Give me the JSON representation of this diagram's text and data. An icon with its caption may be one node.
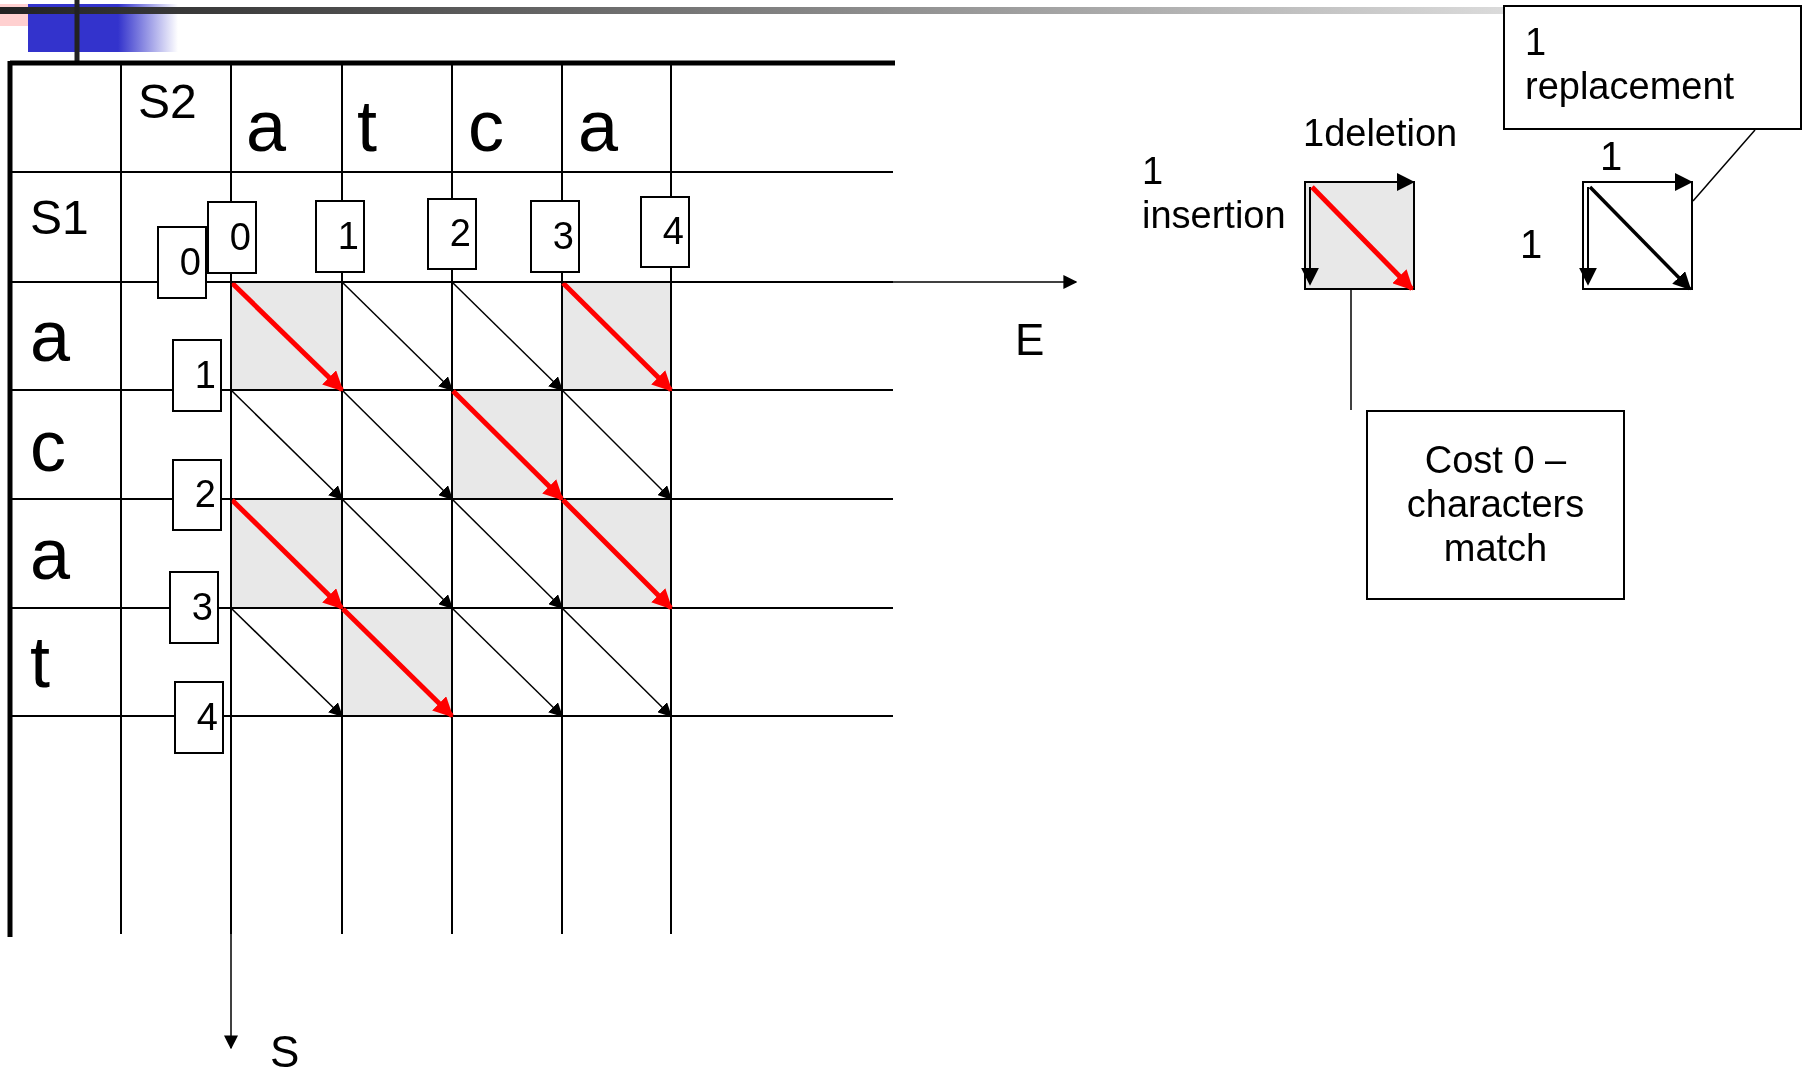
{
  "diagram": {
    "nodes": [
      {
        "text": [
          "0"
        ]
      },
      {
        "text": [
          "0"
        ]
      },
      {
        "text": [
          "1"
        ]
      },
      {
        "text": [
          "2"
        ]
      },
      {
        "text": [
          "3"
        ]
      },
      {
        "text": [
          "4"
        ]
      },
      {
        "text": [
          "1"
        ]
      },
      {
        "text": [
          "2"
        ]
      },
      {
        "text": [
          "3"
        ]
      },
      {
        "text": [
          "4"
        ]
      },
      {
        "text": [],
        "shape": "box"
      },
      {
        "text": [],
        "shape": "box"
      },
      {
        "text": [
          "1 replacement"
        ]
      },
      {
        "text": [
          "Cost 0 – characters match"
        ]
      }
    ],
    "edges": [
      {
        "from": 12,
        "to": 11,
        "arrow": "none"
      },
      {
        "from": 13,
        "to": 10,
        "arrow": "none"
      }
    ],
    "labels": [
      "S2",
      "a",
      "t",
      "c",
      "a",
      "S1",
      "a",
      "c",
      "a",
      "t",
      "E",
      "S",
      "1 insertion",
      "1deletion",
      "1",
      "1"
    ]
  }
}
